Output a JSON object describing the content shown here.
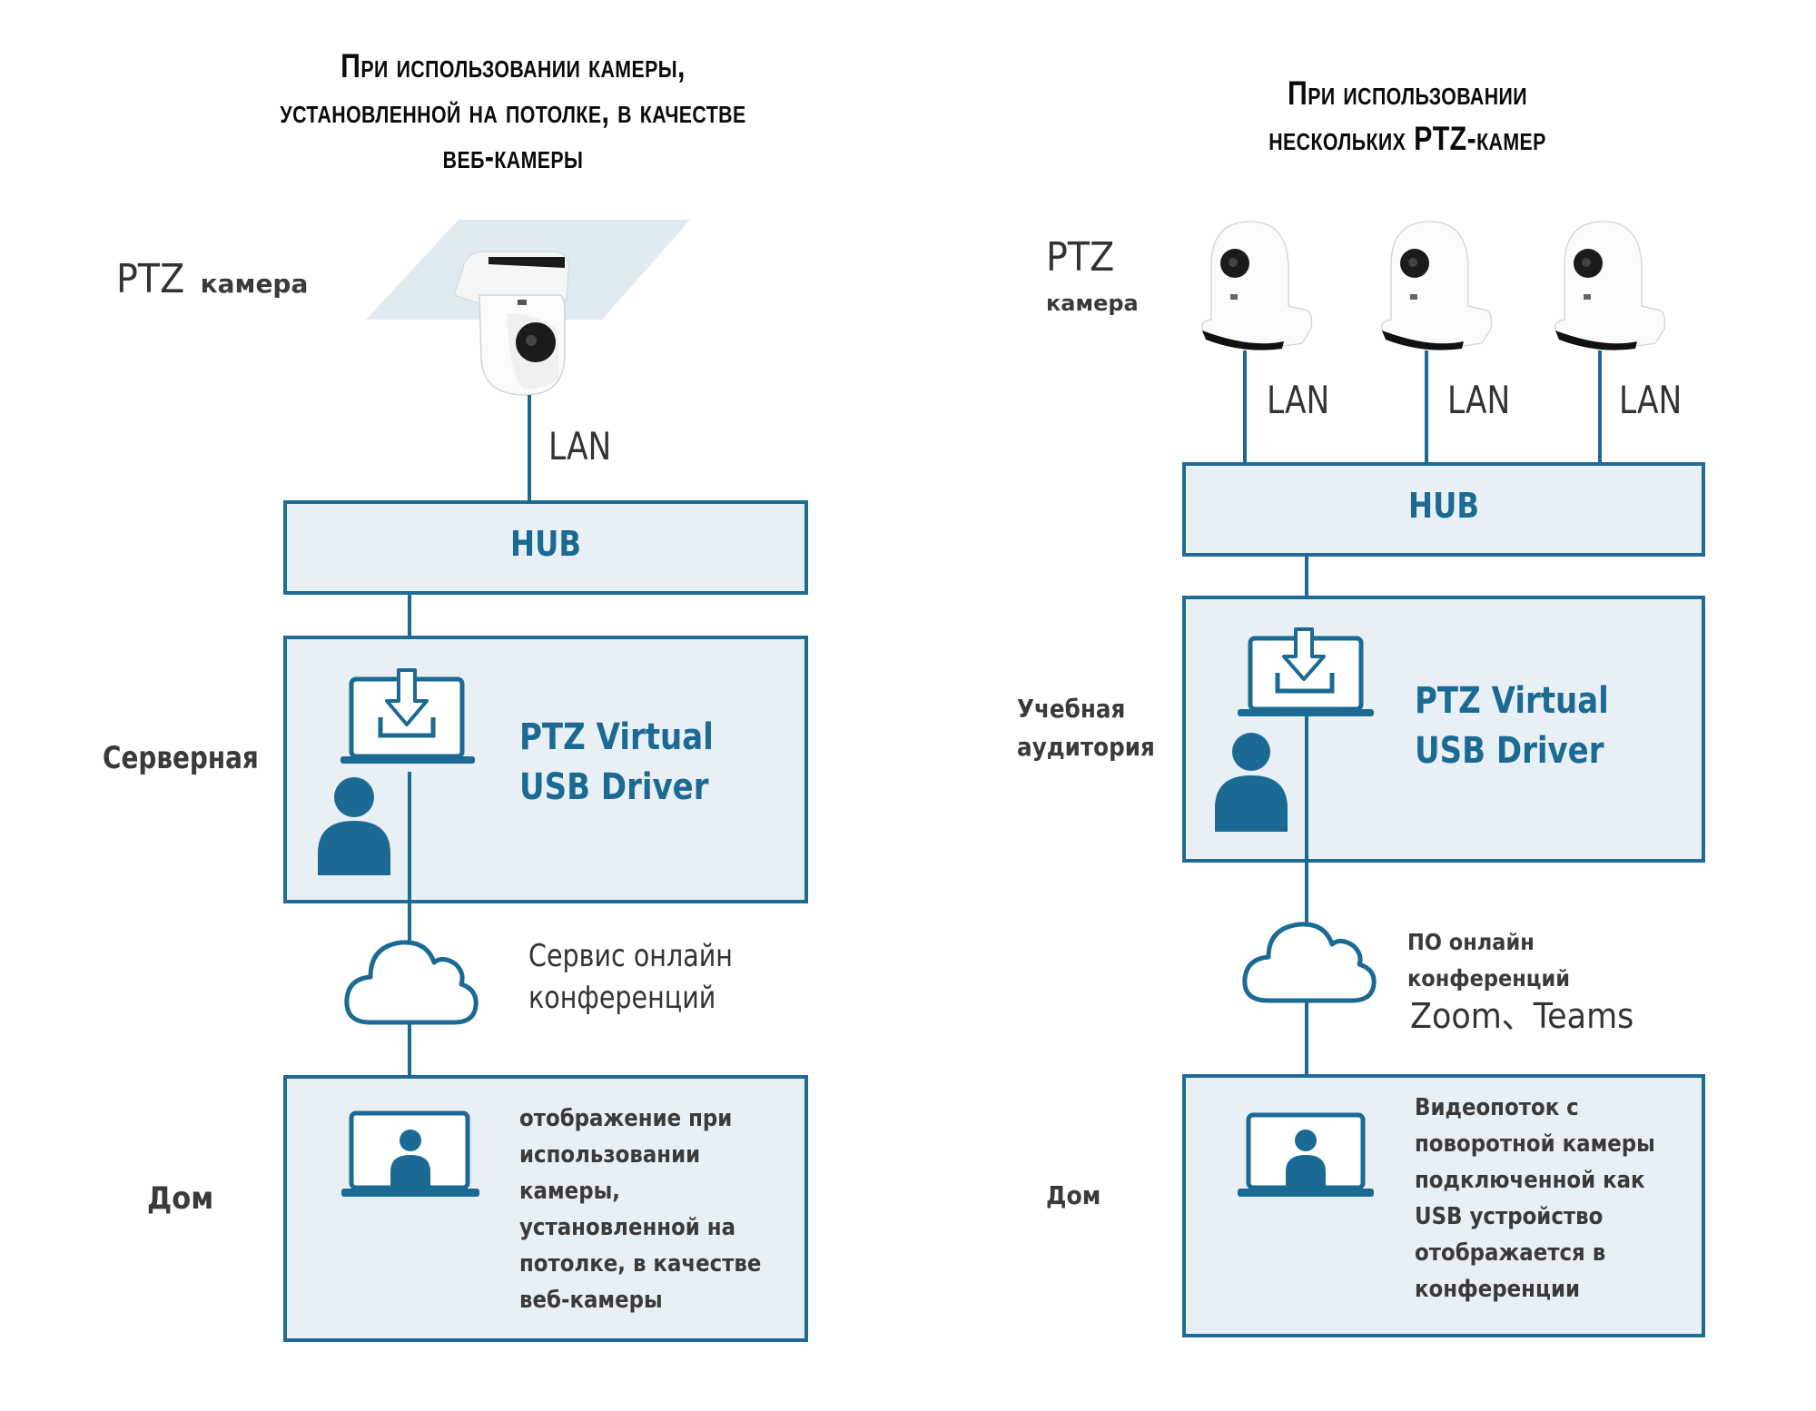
{
  "colors": {
    "accent_blue": "#1b6a93",
    "box_fill": "#e8eff5",
    "ceiling_fill": "#dfeaf1",
    "text_dark": "#333333",
    "title_text": "#0a0a0a"
  },
  "left": {
    "title_lines": [
      "При использовании камеры,",
      "установленной на потолке, в качестве",
      "веб-камеры"
    ],
    "camera_label": {
      "big": "PTZ",
      "small": "камера"
    },
    "camera_icon": "ceiling-ptz-camera-icon",
    "lan_label": "LAN",
    "hub_label": "HUB",
    "server_room_label": "Серверная",
    "driver_lines": [
      "PTZ Virtual",
      "USB Driver"
    ],
    "cloud_lines": [
      "Сервис онлайн",
      "конференций"
    ],
    "home_label": "Дом",
    "home_text_lines": [
      "отображение при",
      "использовании",
      "камеры,",
      "установленной на",
      "потолке, в качестве",
      "веб-камеры"
    ]
  },
  "right": {
    "title_lines": [
      "При использовании",
      "нескольких PTZ-камер"
    ],
    "camera_label": {
      "big": "PTZ",
      "small": "камера"
    },
    "camera_icon": "desk-ptz-camera-icon",
    "camera_count": 3,
    "lan_labels": [
      "LAN",
      "LAN",
      "LAN"
    ],
    "hub_label": "HUB",
    "classroom_label_lines": [
      "Учебная",
      "аудитория"
    ],
    "driver_lines": [
      "PTZ Virtual",
      "USB Driver"
    ],
    "cloud_lines": [
      "ПО онлайн",
      "конференций"
    ],
    "cloud_apps": "Zoom、Teams",
    "home_label": "Дом",
    "home_text_lines": [
      "Видеопоток с",
      "поворотной камеры",
      "подключенной как",
      "USB устройство",
      "отображается в",
      "конференции"
    ]
  }
}
